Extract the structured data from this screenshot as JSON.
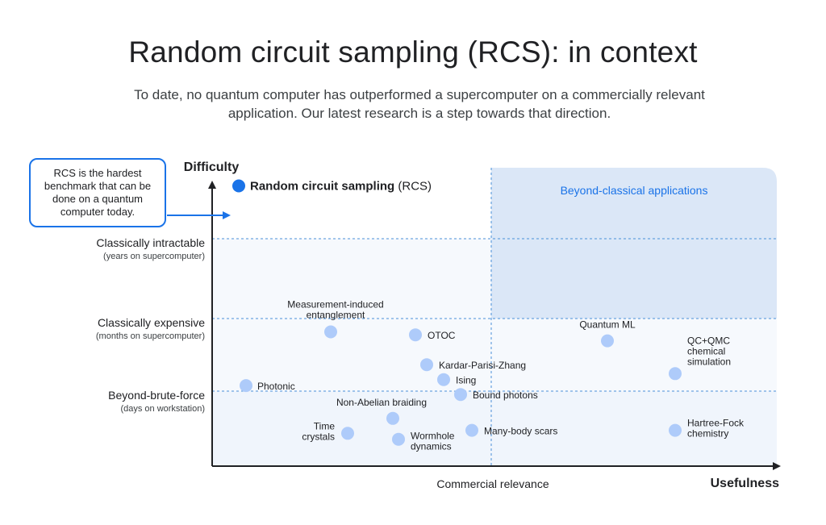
{
  "title": "Random circuit sampling (RCS): in context",
  "subtitle": "To date, no quantum computer has outperformed a supercomputer on a commercially relevant application. Our latest research is a step towards that direction.",
  "callout": "RCS is the hardest benchmark that can be done on a quantum computer today.",
  "colors": {
    "accent": "#1a73e8",
    "point": "#aecbfa",
    "region": "#dbe7f7",
    "plot_bg": "#f4f8fd",
    "divider": "#4a90d9"
  },
  "chart_data": {
    "type": "scatter",
    "xlabel": "Usefulness",
    "ylabel": "Difficulty",
    "x_divider_label": "Commercial relevance",
    "region_label": "Beyond-classical applications",
    "y_levels": [
      {
        "label": "Classically intractable",
        "sublabel": "(years on supercomputer)"
      },
      {
        "label": "Classically expensive",
        "sublabel": "(months on supercomputer)"
      },
      {
        "label": "Beyond-brute-force",
        "sublabel": "(days on workstation)"
      }
    ],
    "highlight": {
      "name": "Random circuit sampling",
      "suffix": " (RCS)",
      "x": 0.05,
      "y": 0.95
    },
    "points": [
      {
        "name": "Photonic",
        "x": 0.06,
        "y": 0.27
      },
      {
        "name": "Time crystals",
        "x": 0.24,
        "y": 0.11
      },
      {
        "name": "Measurement-induced entanglement",
        "x": 0.21,
        "y": 0.45
      },
      {
        "name": "OTOC",
        "x": 0.36,
        "y": 0.44
      },
      {
        "name": "Kardar-Parisi-Zhang",
        "x": 0.38,
        "y": 0.34
      },
      {
        "name": "Ising",
        "x": 0.41,
        "y": 0.29
      },
      {
        "name": "Bound photons",
        "x": 0.44,
        "y": 0.24
      },
      {
        "name": "Non-Abelian braiding",
        "x": 0.32,
        "y": 0.16
      },
      {
        "name": "Wormhole dynamics",
        "x": 0.33,
        "y": 0.09
      },
      {
        "name": "Many-body scars",
        "x": 0.46,
        "y": 0.12
      },
      {
        "name": "Quantum ML",
        "x": 0.7,
        "y": 0.42
      },
      {
        "name": "QC+QMC chemical simulation",
        "x": 0.82,
        "y": 0.31
      },
      {
        "name": "Hartree-Fock chemistry",
        "x": 0.82,
        "y": 0.12
      }
    ]
  }
}
